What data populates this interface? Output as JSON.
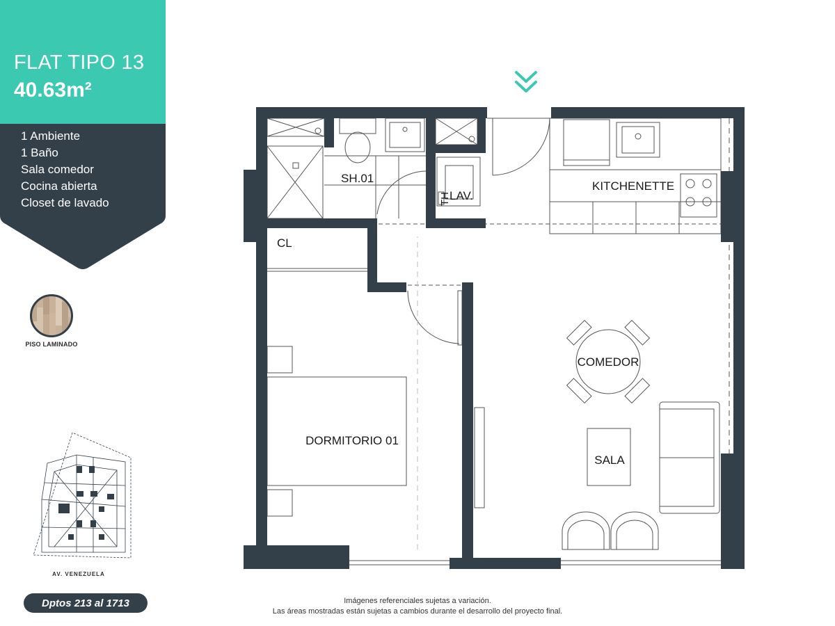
{
  "header": {
    "plan_title": "FLAT TIPO 13",
    "area": "40.63m²",
    "accent_color": "#3cc9b2",
    "dark_color": "#333f49"
  },
  "features": [
    "1 Ambiente",
    "1 Baño",
    "Sala comedor",
    "Cocina abierta",
    "Closet de lavado"
  ],
  "flooring": {
    "label": "PISO LAMINADO",
    "icon": "laminate-wood-swatch"
  },
  "keyplan": {
    "street": "AV. VENEZUELA"
  },
  "units": "Dptos 213 al 1713",
  "disclaimer": {
    "line1": "Imágenes referenciales sujetas a variación.",
    "line2": "Las áreas mostradas están sujetas a cambios durante el desarrollo del proyecto final."
  },
  "rooms": {
    "bath": "SH.01",
    "laundry": "LAV.",
    "water_heater": "TH",
    "kitchen": "KITCHENETTE",
    "closet": "CL",
    "dining": "COMEDOR",
    "living": "SALA",
    "bedroom": "DORMITORIO 01"
  },
  "entrance_icon": "double-chevron-down-icon"
}
